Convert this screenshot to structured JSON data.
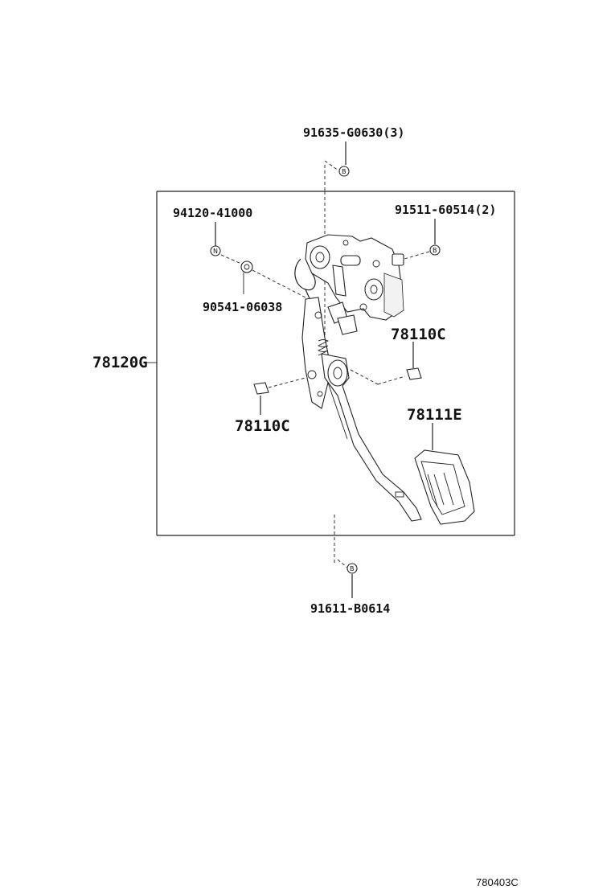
{
  "diagram": {
    "parts": {
      "top_bolt": "91635-G0630(3)",
      "nut": "94120-41000",
      "bracket_bolt": "91511-60514(2)",
      "bushing": "90541-06038",
      "assembly": "78120G",
      "stopper_right": "78110C",
      "stopper_left": "78110C",
      "pad": "78111E",
      "bottom_bolt": "91611-B0614"
    },
    "callouts": {
      "b": "B",
      "n": "N"
    },
    "drawing_code": "780403C"
  }
}
